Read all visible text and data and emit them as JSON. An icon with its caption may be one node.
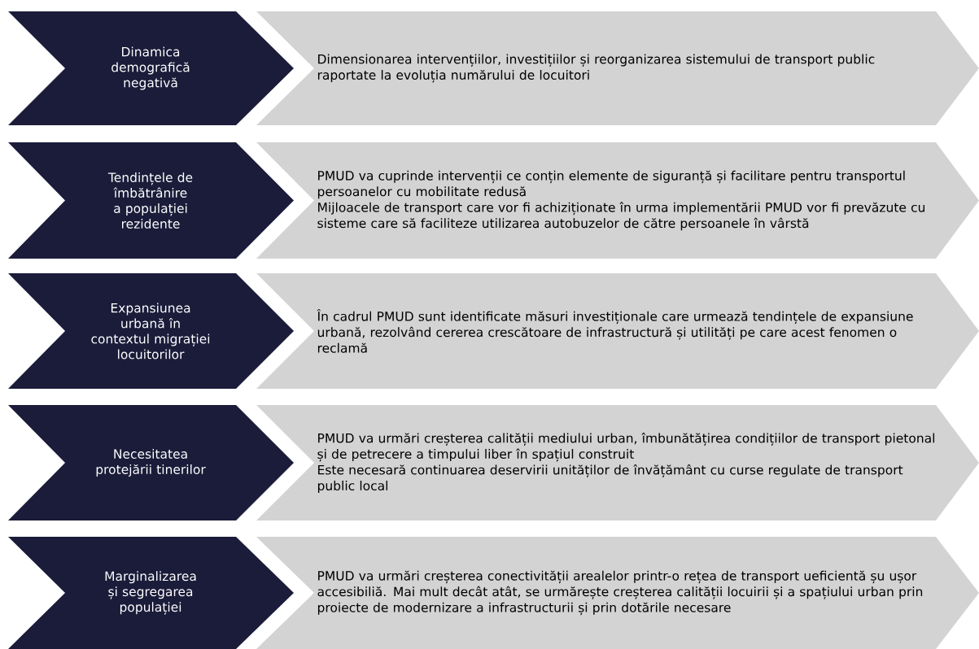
{
  "diagram": {
    "nodes": [
      {
        "text": [
          "Dinamica demografică negativă"
        ]
      },
      {
        "text": [
          "Dimensionarea intervențiilor, investițiilor și reorganizarea sistemului de transport public raportate la evoluția numărului de locuitori"
        ]
      },
      {
        "text": [
          "Tendințele de îmbătrânire a populației rezidente"
        ]
      },
      {
        "text": [
          "PMUD va cuprinde intervenții ce conțin elemente de siguranță și facilitare pentru transportul persoanelor cu mobilitate redusă",
          "Mijloacele de transport care vor fi achiziționate în urma implementării PMUD vor fi prevăzute cu sisteme care să faciliteze utilizarea autobuzelor de către persoanele în vârstă"
        ]
      },
      {
        "text": [
          "Expansiunea urbană în contextul migrației locuitorilor"
        ]
      },
      {
        "text": [
          "În cadrul PMUD sunt identificate măsuri investiționale care urmează tendințele de expansiune urbană, rezolvând cererea crescătoare de infrastructură și utilități pe care acest fenomen o reclamă"
        ]
      },
      {
        "text": [
          "Necesitatea protejării tinerilor"
        ]
      },
      {
        "text": [
          "PMUD va urmări creșterea calității mediului urban, îmbunătățirea condițiilor de transport pietonal și de petrecere a timpului liber în spațiul construit",
          "Este necesară continuarea deservirii unităților de învățământ cu curse regulate de transport public local"
        ]
      },
      {
        "text": [
          "Marginalizarea și segregarea populației"
        ]
      },
      {
        "text": [
          "PMUD va urmări creșterea conectivității arealelor printr-o rețea de transport ueficientă șu ușor accesibiliă. Mai mult decât atât, se urmărește creșterea calității locuirii și a spațiului urban prin proiecte de modernizare a infrastructurii și prin dotările necesare"
        ]
      }
    ]
  }
}
